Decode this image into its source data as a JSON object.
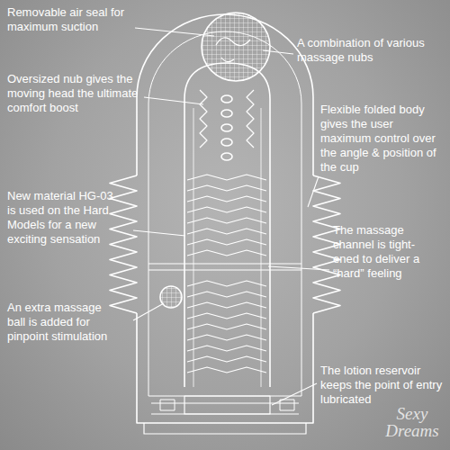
{
  "diagram": {
    "labels": [
      "Removable air seal for maximum suction",
      "A combination of various massage nubs",
      "Oversized nub gives the moving head the ultimate comfort boost",
      "Flexible folded body gives the user maximum control over the angle & position of the cup",
      "New material HG-03 is used on the Hard Models for a new exciting sensation",
      "The massage channel is tight- ened to deliver a “hard” feeling",
      "An extra massage ball is added for pinpoint stimulation",
      "The lotion reservoir keeps the point of entry lubricated",
      "Sexy Dreams"
    ]
  }
}
